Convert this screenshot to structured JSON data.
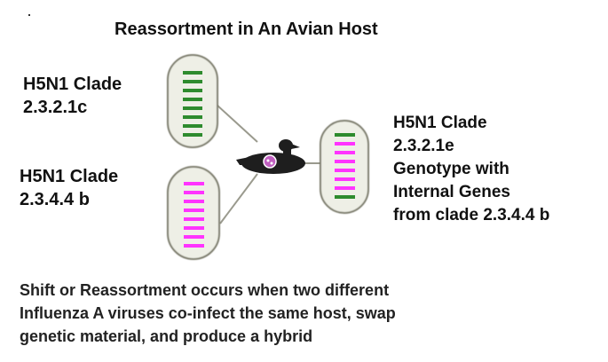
{
  "title": "Reassortment in An Avian Host",
  "virus_a": {
    "line1": "H5N1 Clade",
    "line2": "2.3.2.1c",
    "segment_color": "#2e8b2e"
  },
  "virus_b": {
    "line1": "H5N1 Clade",
    "line2": "2.3.4.4 b",
    "segment_color": "#ff33ff"
  },
  "result": {
    "lines": [
      "H5N1 Clade",
      "2.3.2.1e",
      "Genotype with",
      "Internal Genes",
      "from clade 2.3.4.4 b"
    ],
    "segments": [
      "green",
      "magenta",
      "magenta",
      "magenta",
      "magenta",
      "magenta",
      "magenta",
      "green"
    ]
  },
  "host_icon": "duck-icon",
  "caption_lines": [
    "Shift or Reassortment occurs when two different",
    "Influenza A viruses co-infect the same host, swap",
    "genetic material, and produce a hybrid"
  ],
  "colors": {
    "green": "#2e8b2e",
    "magenta": "#ff33ff",
    "outline": "#7a7a6a",
    "fill": "#eeefe6"
  }
}
